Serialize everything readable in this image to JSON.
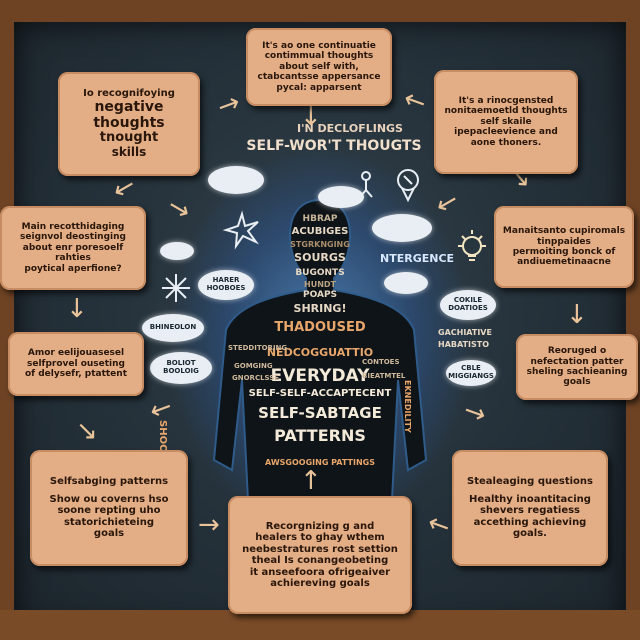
{
  "header": {
    "line1": "I'N DECLOFLINGS",
    "line2": "SELF-WOR'T THOUGTS"
  },
  "center": {
    "body_words": [
      "HBRAP",
      "ACUBIGES",
      "STGRKNGING",
      "SOURGS",
      "BUGONTS",
      "HUNDT",
      "POAPS",
      "SHRING!",
      "THADOUSED"
    ],
    "line_a": "NEDCOGGUATTIO",
    "line_b": "EVERYDAY",
    "line_c": "SELF-SELF-ACCAPTECENT",
    "line_d": "SELF-SABTAGE",
    "line_e": "PATTERNS",
    "line_f": "AWSGOOGING PATTINGS",
    "left_vertical": "SHOOEKESTAND",
    "right_vertical": "EKNEDILITY",
    "side_left_a": "GOMGING",
    "side_left_b": "GNORCLSSE",
    "side_right_a": "CONTOES",
    "side_right_b": "BIEATMTEL",
    "small_left": "STEDDITORING"
  },
  "clouds": [
    {
      "text": ""
    },
    {
      "text": ""
    },
    {
      "text": "HARER\nHOOBOES"
    },
    {
      "text": "BHINEOLON"
    },
    {
      "text": "BOLIOT\nBOOLOIG"
    },
    {
      "text": ""
    },
    {
      "text": "COKILE\nDOATIOES"
    }
  ],
  "side_labels": {
    "right_mid": "NTERGENCE",
    "right_lower_1": "GACHIATIVE",
    "right_lower_2": "HABATISTO",
    "right_lower_3": "CBLE\nMIGGIANGS"
  },
  "notes": {
    "top_center": [
      "It's ao one continuatie",
      "contimmual thoughts",
      "about self with,",
      "ctabcantsse appersance",
      "pycal: apparsent"
    ],
    "top_left": [
      "Io recognifoying",
      "negative",
      "thoughts",
      "tnought",
      "skills"
    ],
    "top_right": [
      "It's a rinocgensted",
      "nonitaemoetld thoughts",
      "self skaile",
      "ipepacleevience and",
      "aone thoners."
    ],
    "mid_left": [
      "Main recotthidaging",
      "seignvol deostinging",
      "about enr poresoelf rahties",
      "poytical aperfione?"
    ],
    "mid_right": [
      "Manaitsanto cupiromals",
      "tinppaides",
      "permoiting bonck of",
      "andiuemetinaacne"
    ],
    "low_left": [
      "Amor eelijouasesel",
      "selfprovel ouseting",
      "of delysefr, ptattent"
    ],
    "low_right": [
      "Reoruged o",
      "nefectation patter",
      "sheling sachieaning",
      "goals"
    ],
    "bottom_left": [
      "Selfsabging  patterns",
      "",
      "Show ou coverns hso",
      "soone repting uho",
      "statorichieteing",
      "goals"
    ],
    "bottom_center": [
      "Recorgnizing g and",
      "healers to ghay wthem",
      "neebestratures rost settion",
      "theal Is conangeobeting",
      "it anseefoora ofrigeaiver",
      "achiereving goals"
    ],
    "bottom_right": [
      "Stealeaging questions",
      "",
      "Healthy inoantitacing",
      "shevers regatiess",
      "accething achieving",
      "goals."
    ]
  },
  "colors": {
    "note_fill": "#e3ae86",
    "board": "#26333c",
    "frame": "#6e4324",
    "glow": "#3b8ef0"
  },
  "icons": [
    "cloud-icon",
    "person-silhouette-icon",
    "lightbulb-icon",
    "starburst-icon",
    "stick-figure-icon",
    "arrow-icon"
  ]
}
